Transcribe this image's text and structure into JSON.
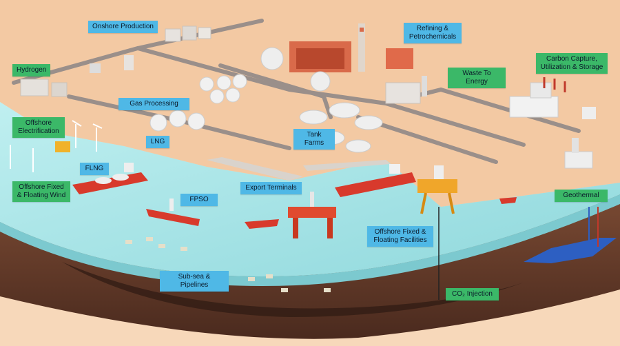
{
  "labels": {
    "onshore_production": "Onshore Production",
    "refining_petrochemicals": "Refining &\nPetrochemicals",
    "hydrogen": "Hydrogen",
    "waste_to_energy": "Waste To Energy",
    "carbon_capture": "Carbon Capture,\nUtilization & Storage",
    "gas_processing": "Gas Processing",
    "offshore_electrification": "Offshore\nElectrification",
    "lng": "LNG",
    "tank_farms": "Tank Farms",
    "flng": "FLNG",
    "offshore_wind": "Offshore Fixed\n& Floating Wind",
    "export_terminals": "Export Terminals",
    "fpso": "FPSO",
    "geothermal": "Geothermal",
    "offshore_facilities": "Offshore Fixed &\nFloating Facilities",
    "subsea_pipelines": "Sub-sea & Pipelines",
    "co2_injection": "CO₂ Injection"
  },
  "colors": {
    "onshore_label": "#4fb8e6",
    "energy_transition_label": "#3bb868",
    "land": "#f3c9a3",
    "sea": "#a9e3e6",
    "earth": "#6b3f2c"
  }
}
